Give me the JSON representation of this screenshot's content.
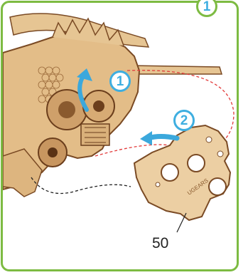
{
  "colors": {
    "frame": "#7dbb42",
    "badge": "#3eaee0",
    "arrow": "#3ba8dc",
    "wood_light": "#e9c99a",
    "wood_mid": "#d4a56c",
    "wood_dark": "#7a4a24",
    "dashed_red": "#e23a3a",
    "dashed_black": "#222222"
  },
  "step_number": "1",
  "callouts": {
    "first": "1",
    "second": "2"
  },
  "part": {
    "number": "50",
    "engraving": "UGEARS"
  },
  "icons": [
    "curved-arrow-icon",
    "straight-arrow-icon"
  ]
}
